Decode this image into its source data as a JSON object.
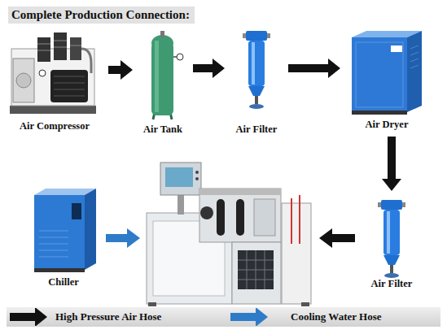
{
  "diagram": {
    "title": "Complete Production Connection:",
    "nodes": [
      {
        "text": [
          "Air Compressor"
        ]
      },
      {
        "text": [
          "Air Tank"
        ]
      },
      {
        "text": [
          "Air Filter"
        ]
      },
      {
        "text": [
          "Air Dryer"
        ]
      },
      {
        "text": [
          "Air Filter"
        ]
      },
      {
        "text": [
          "Chiller"
        ]
      }
    ],
    "edges": [
      {
        "from": 0,
        "to": 1,
        "arrow": "to"
      },
      {
        "from": 1,
        "to": 2,
        "arrow": "to"
      },
      {
        "from": 2,
        "to": 3,
        "arrow": "to"
      },
      {
        "from": 3,
        "to": 4,
        "arrow": "to"
      }
    ],
    "legend": [
      {
        "text": "High Pressure Air Hose"
      },
      {
        "text": "Cooling Water Hose"
      }
    ]
  }
}
